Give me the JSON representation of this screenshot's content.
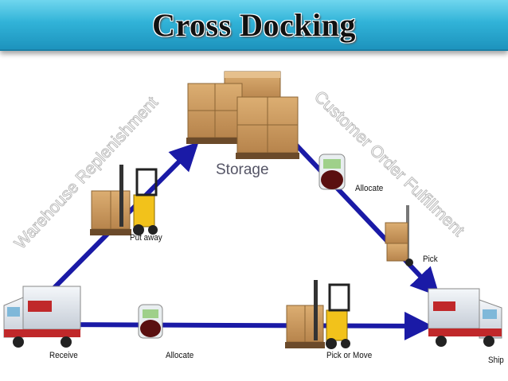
{
  "title": "Cross Docking",
  "nodes": {
    "storage": "Storage",
    "put_away": "Put away",
    "allocate_top": "Allocate",
    "pick": "Pick",
    "receive": "Receive",
    "allocate_bottom": "Allocate",
    "pick_or_move": "Pick or Move",
    "ship": "Ship"
  },
  "edges": {
    "left": "Warehouse Replenishment",
    "right": "Customer Order Fulfillment"
  },
  "colors": {
    "arrow": "#1a1aa6",
    "title_bar": "#31b3d8",
    "box": "#c9985e",
    "forklift": "#f2c21b"
  },
  "icons": [
    "truck-icon",
    "forklift-icon",
    "box-stack-icon",
    "scanner-icon",
    "hand-truck-icon"
  ]
}
